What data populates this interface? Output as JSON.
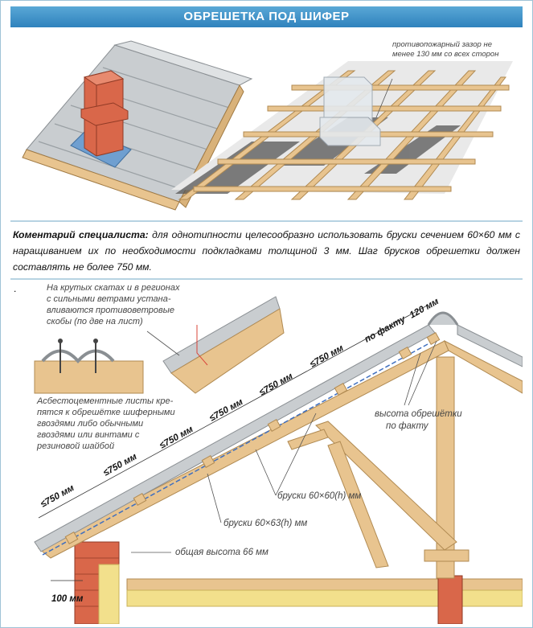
{
  "title": "ОБРЕШЕТКА ПОД ШИФЕР",
  "top_right_note": [
    "противопожарный зазор не",
    "менее 130 мм со всех сторон"
  ],
  "comment": {
    "label": "Коментарий специалиста:",
    "text": " для однотипности целесообразно использовать бруски сечением 60×60 мм с наращиванием их по необходимости подкладками толщиной 3 мм. Шаг брусков обрешетки должен составлять не более 750 мм."
  },
  "dot": ".",
  "notes": {
    "steep": [
      "На крутых скатах и в регионах",
      "с сильными ветрами устана-",
      "вливаются противоветровые",
      "скобы (по две на лист)"
    ],
    "fastening": [
      "Асбестоцементные листы кре-",
      "пятся к обрешётке шиферными",
      "гвоздями либо обычными",
      "гвоздями или винтами с",
      "резиновой шайбой"
    ]
  },
  "dimensions": {
    "spacing": "≤750 мм",
    "actual": "по факту",
    "ridge_gap": "120 мм",
    "overhang": "100 мм",
    "total_height": "общая высота 66 мм"
  },
  "labels": {
    "batten_height": [
      "высота обрешётки",
      "по факту"
    ],
    "bars_60x60": "бруски 60×60(h) мм",
    "bars_60x63": "бруски 60×63(h) мм"
  },
  "colors": {
    "title_bg": "#3a8fc7",
    "wood": "#e8c48f",
    "brick": "#d9674a",
    "slate": "#bfc3c6",
    "insulation": "#f2e08c"
  }
}
